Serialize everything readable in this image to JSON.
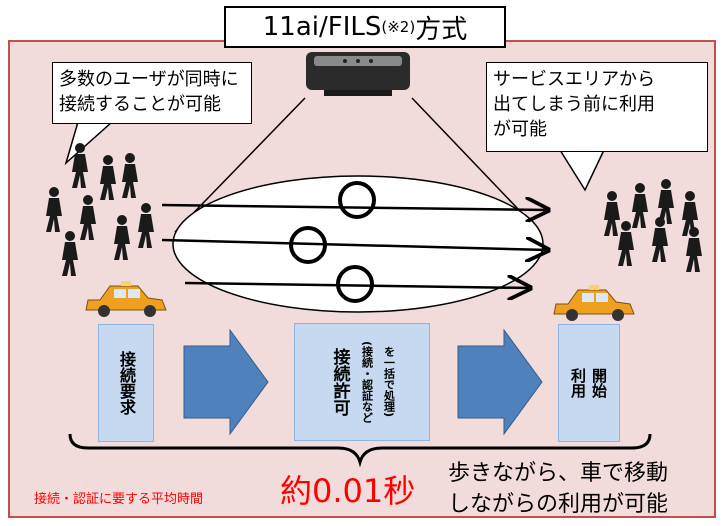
{
  "title": {
    "main": "11ai/FILS",
    "note": "(※2)",
    "suffix": "方式"
  },
  "callout_left": [
    "多数のユーザが同時に",
    "接続することが可能"
  ],
  "callout_right": [
    "サービスエリアから",
    "出てしまう前に利用",
    "が可能"
  ],
  "step1": "接続要求",
  "step2": "接続許可",
  "step2_note": [
    "(接続・認証など",
    "を一括で処理)"
  ],
  "step3": [
    "利用",
    "開始"
  ],
  "caption_label": "接続・認証に要する平均時間",
  "caption_time": "約0.01秒",
  "caption_right": [
    "歩きながら、車で移動",
    "しながらの利用が可能"
  ],
  "colors": {
    "panel": "#f2dcdb",
    "border": "#c0504d",
    "step_box": "#c6d9f1",
    "arrow": "#4f81bd",
    "highlight": "#ff0000",
    "taxi": "#f0a020"
  },
  "icons": [
    "access-point-icon",
    "pedestrian-crowd-icon",
    "taxi-icon",
    "circle-ok-icon",
    "chevron-arrow-icon"
  ]
}
